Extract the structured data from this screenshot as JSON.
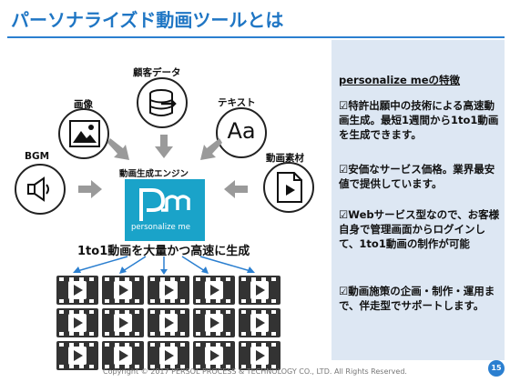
{
  "header": {
    "title": "パーソナライズド動画ツールとは"
  },
  "diagram": {
    "inputs": {
      "bgm": "BGM",
      "image": "画像",
      "customer_data": "顧客データ",
      "text": "テキスト",
      "video_material": "動画素材"
    },
    "text_icon_glyph": "Aa",
    "engine_label": "動画生成エンジン",
    "logo_text": "personalize me",
    "output_label": "1to1動画を大量かつ高速に生成",
    "colors": {
      "logo_bg": "#1aa3c9",
      "arrow": "#9a9a9a",
      "output_arrow": "#2b7fd0"
    }
  },
  "features": {
    "heading": "personalize meの特徴",
    "items": [
      "☑特許出願中の技術による高速動画生成。最短1週間から1to1動画を生成できます。",
      "☑安価なサービス価格。業界最安値で提供しています。",
      "☑Webサービス型なので、お客様自身で管理画面からログインして、1to1動画の制作が可能",
      "☑動画施策の企画・制作・運用まで、伴走型でサポートします。"
    ]
  },
  "footer": {
    "copyright": "Copyright © 2017 PERSOL PROCESS & TECHNOLOGY CO., LTD.  All Rights Reserved.",
    "page_number": "15"
  },
  "theme": {
    "title_color": "#1f76c4",
    "panel_bg": "#dde7f3",
    "accent": "#2b7fd0"
  }
}
